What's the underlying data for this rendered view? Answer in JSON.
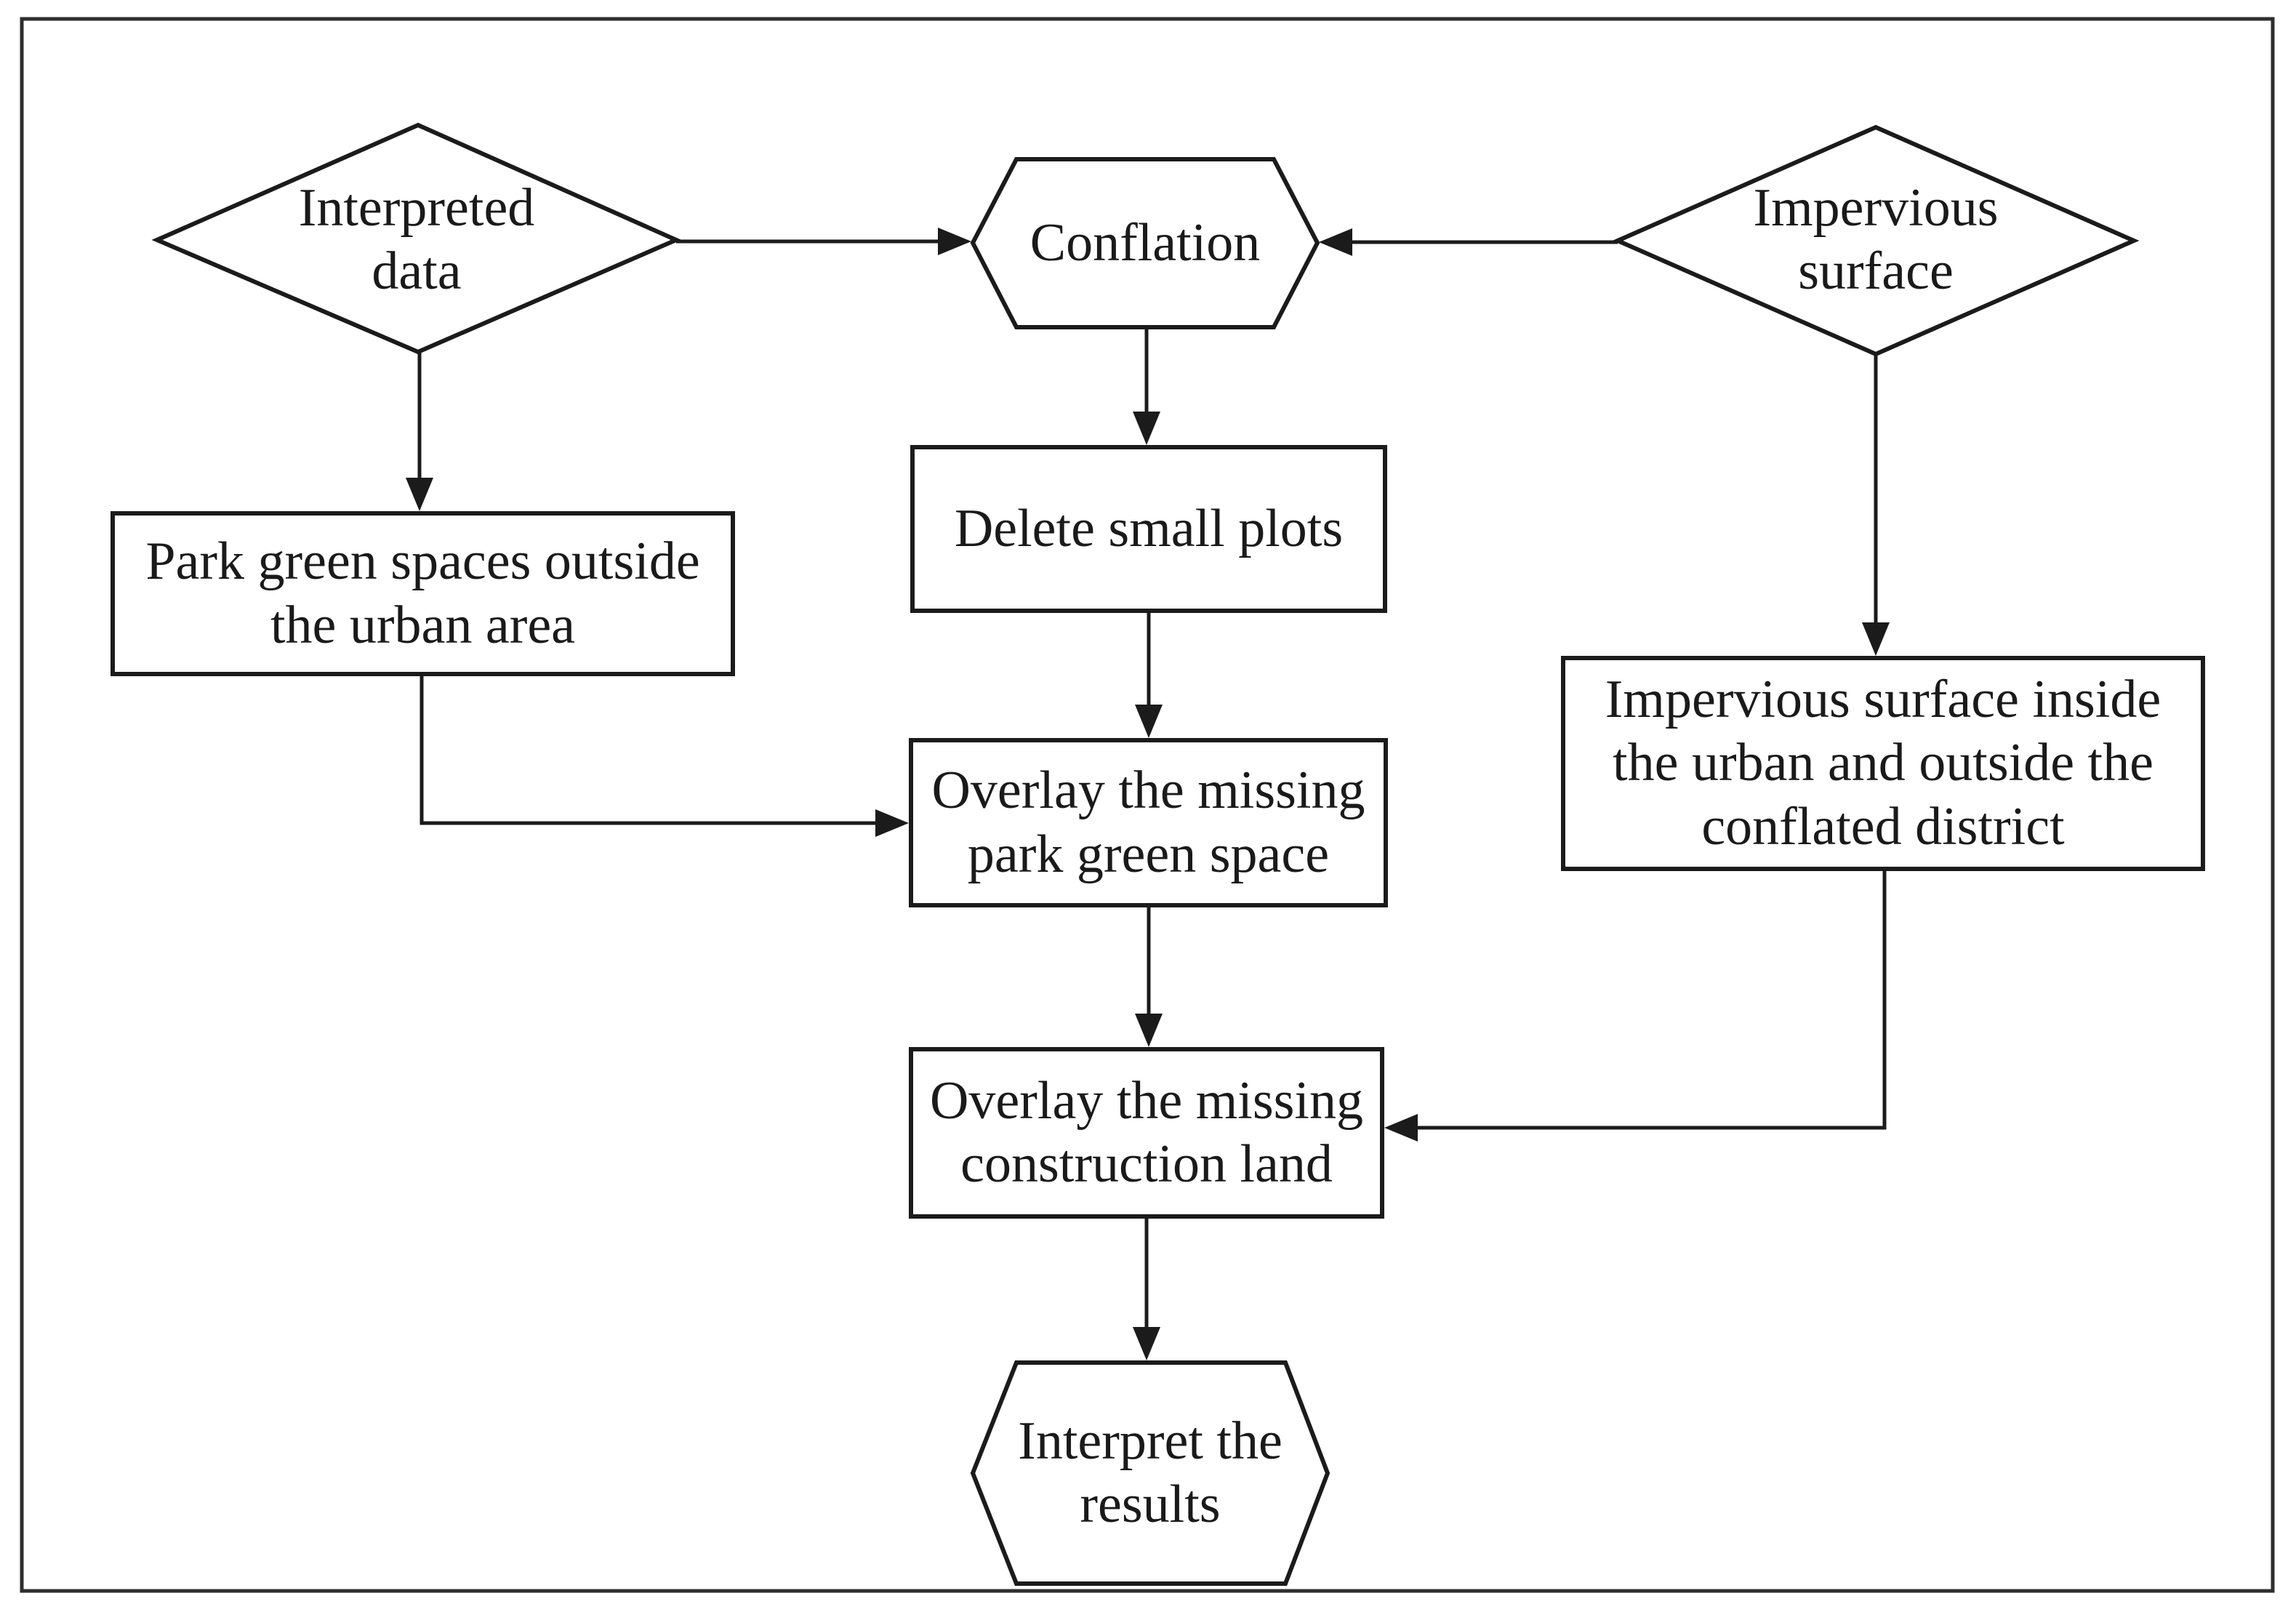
{
  "figure": {
    "type": "flowchart",
    "title": "Conflation workflow flowchart"
  },
  "colors": {
    "background": "#ffffff",
    "shape_fill": "#ffffff",
    "line": "#1b1b1b",
    "text": "#1a1a1a",
    "border": "#2e2e2e"
  },
  "nodes": {
    "interpreted_data": {
      "shape": "diamond",
      "lines": [
        "Interpreted",
        "data"
      ]
    },
    "conflation": {
      "shape": "hexagon",
      "lines": [
        "Conflation"
      ]
    },
    "impervious_surface": {
      "shape": "diamond",
      "lines": [
        "Impervious",
        "surface"
      ]
    },
    "park_green_spaces": {
      "shape": "rectangle",
      "lines": [
        "Park green spaces outside",
        "the urban area"
      ]
    },
    "delete_small_plots": {
      "shape": "rectangle",
      "lines": [
        "Delete small plots"
      ]
    },
    "impervious_inside": {
      "shape": "rectangle",
      "lines": [
        "Impervious surface inside",
        "the urban and outside the",
        "conflated district"
      ]
    },
    "overlay_park": {
      "shape": "rectangle",
      "lines": [
        "Overlay the missing",
        "park green space"
      ]
    },
    "overlay_construction": {
      "shape": "rectangle",
      "lines": [
        "Overlay the missing",
        "construction land"
      ]
    },
    "interpret_results": {
      "shape": "hexagon",
      "lines": [
        "Interpret the",
        "results"
      ]
    }
  },
  "edges": [
    {
      "from": "interpreted_data",
      "to": "conflation"
    },
    {
      "from": "impervious_surface",
      "to": "conflation"
    },
    {
      "from": "conflation",
      "to": "delete_small_plots"
    },
    {
      "from": "interpreted_data",
      "to": "park_green_spaces"
    },
    {
      "from": "delete_small_plots",
      "to": "overlay_park"
    },
    {
      "from": "park_green_spaces",
      "to": "overlay_park"
    },
    {
      "from": "overlay_park",
      "to": "overlay_construction"
    },
    {
      "from": "impervious_surface",
      "to": "impervious_inside"
    },
    {
      "from": "impervious_inside",
      "to": "overlay_construction"
    },
    {
      "from": "overlay_construction",
      "to": "interpret_results"
    }
  ]
}
